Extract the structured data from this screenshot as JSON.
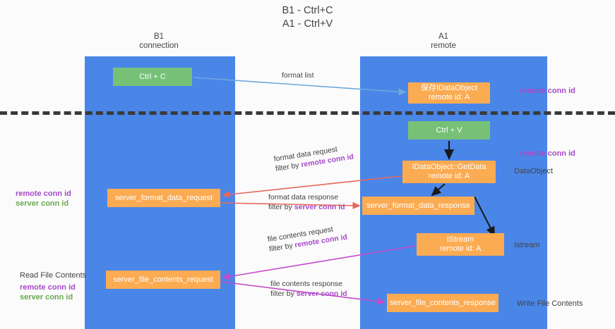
{
  "title": {
    "line1": "B1 - Ctrl+C",
    "line2": "A1 - Ctrl+V"
  },
  "lanes": [
    {
      "id": "b1",
      "line1": "B1",
      "line2": "connection",
      "color": "#4a86e8"
    },
    {
      "id": "a1",
      "line1": "A1",
      "line2": "remote",
      "color": "#4a86e8"
    }
  ],
  "nodes": {
    "ctrl_c": {
      "line1": "Ctrl + C",
      "color": "#76c176"
    },
    "save_dataobject": {
      "line1": "保存IDataObject",
      "line2": "remote id: A",
      "color": "#fbab52"
    },
    "ctrl_v": {
      "line1": "Ctrl + V",
      "color": "#76c176"
    },
    "getdata": {
      "line1": "IDataObject::GetData",
      "line2": "remote id: A",
      "color": "#fbab52"
    },
    "server_format_data_request": {
      "line1": "server_format_data_request",
      "color": "#fbab52"
    },
    "server_format_data_response": {
      "line1": "server_format_data_response",
      "color": "#fbab52"
    },
    "istream": {
      "line1": "IStream",
      "line2": "remote id: A",
      "color": "#fbab52"
    },
    "server_file_contents_request": {
      "line1": "server_file_contents_request",
      "color": "#fbab52"
    },
    "server_file_contents_response": {
      "line1": "server_file_contents_response",
      "color": "#fbab52"
    }
  },
  "edge_labels": {
    "format_list": {
      "line1": "format list"
    },
    "format_data_request": {
      "line1": "format data request",
      "line2_prefix": "filter by ",
      "line2_key": "remote conn id"
    },
    "format_data_response": {
      "line1": "format data response",
      "line2_prefix": "filter by ",
      "line2_key": "server conn id"
    },
    "file_contents_request": {
      "line1": "file contents request",
      "line2_prefix": "filter by ",
      "line2_key": "remote conn id"
    },
    "file_contents_response": {
      "line1": "file contents response",
      "line2_prefix": "filter by ",
      "line2_key": "server conn id"
    }
  },
  "annotations": {
    "right_remote_conn_id_top": "remote conn id",
    "right_remote_conn_id_mid": "remote conn id",
    "dataobject": "DataObject",
    "istream": "Istream",
    "write_file_contents": "Write File Contents",
    "read_file_contents": "Read File Contents",
    "left_remote_conn_id_top": "remote conn id",
    "left_server_conn_id_top": "server conn id",
    "left_remote_conn_id_bottom": "remote conn id",
    "left_server_conn_id_bottom": "server conn id"
  },
  "colors": {
    "lane": "#4a86e8",
    "green_node": "#76c176",
    "orange_node": "#fbab52",
    "magenta": "#a64ac9",
    "green_text": "#6aa84f",
    "blue_arrow": "#6fa8dc",
    "red_arrow": "#e8675a",
    "purple_arrow": "#c54ac9",
    "dark_arrow": "#1a1a1a",
    "divider": "#3a3a3a"
  }
}
